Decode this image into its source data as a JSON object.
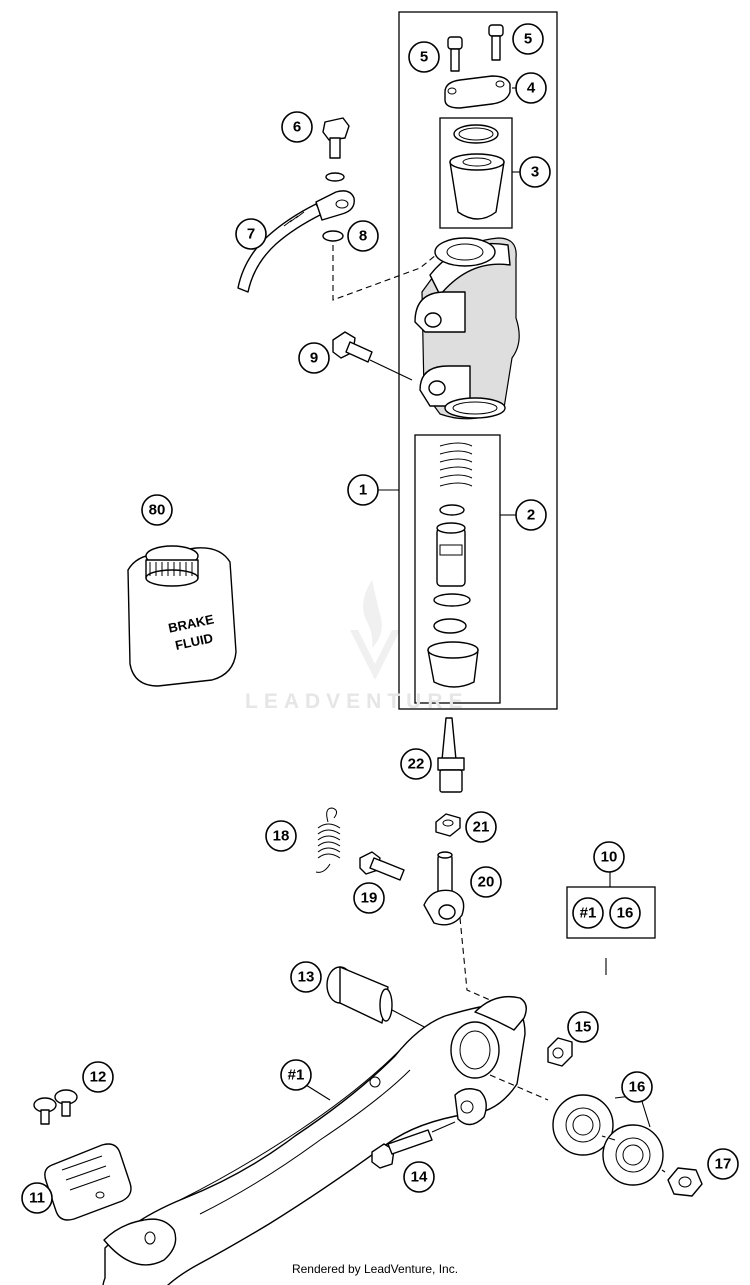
{
  "footer": "Rendered by LeadVenture, Inc.",
  "watermark": "LEADVENTURE",
  "bottle": {
    "label_line1": "BRAKE",
    "label_line2": "FLUID"
  },
  "callouts": {
    "c1": "1",
    "c2": "2",
    "c3": "3",
    "c4": "4",
    "c5a": "5",
    "c5b": "5",
    "c6": "6",
    "c7": "7",
    "c8": "8",
    "c9": "9",
    "c10": "10",
    "c11": "11",
    "c12": "12",
    "c13": "13",
    "c14": "14",
    "c15": "15",
    "c16": "16",
    "c17": "17",
    "c18": "18",
    "c19": "19",
    "c20": "20",
    "c21": "21",
    "c22": "22",
    "c80": "80",
    "cref1": "#1",
    "kit_a": "#1",
    "kit_b": "16"
  }
}
